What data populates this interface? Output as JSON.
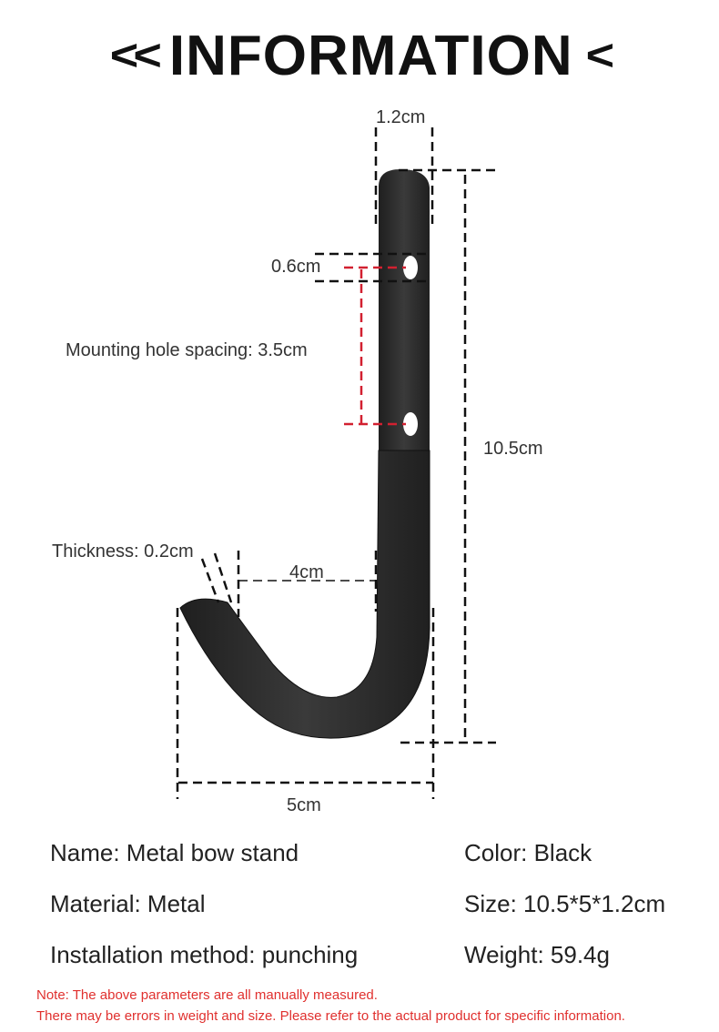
{
  "header": {
    "left_chevrons": "<<",
    "title": "INFORMATION",
    "right_chevron": "<"
  },
  "dimensions": {
    "width_top": "1.2cm",
    "hole_diameter": "0.6cm",
    "hole_spacing": "Mounting hole spacing: 3.5cm",
    "height": "10.5cm",
    "thickness": "Thickness: 0.2cm",
    "inner_gap": "4cm",
    "total_width": "5cm"
  },
  "specs": {
    "name": "Name: Metal bow stand",
    "material": "Material: Metal",
    "installation": "Installation method: punching",
    "color": "Color: Black",
    "size": "Size: 10.5*5*1.2cm",
    "weight": "Weight: 59.4g"
  },
  "notes": {
    "line1": "Note: The above parameters are all manually measured.",
    "line2": "There may be errors in weight and size. Please refer to the actual product for specific information."
  },
  "colors": {
    "hook": "#2b2b2b",
    "dimension_line": "#111111",
    "spacing_line": "#d22030",
    "note_text": "#e0302e"
  }
}
